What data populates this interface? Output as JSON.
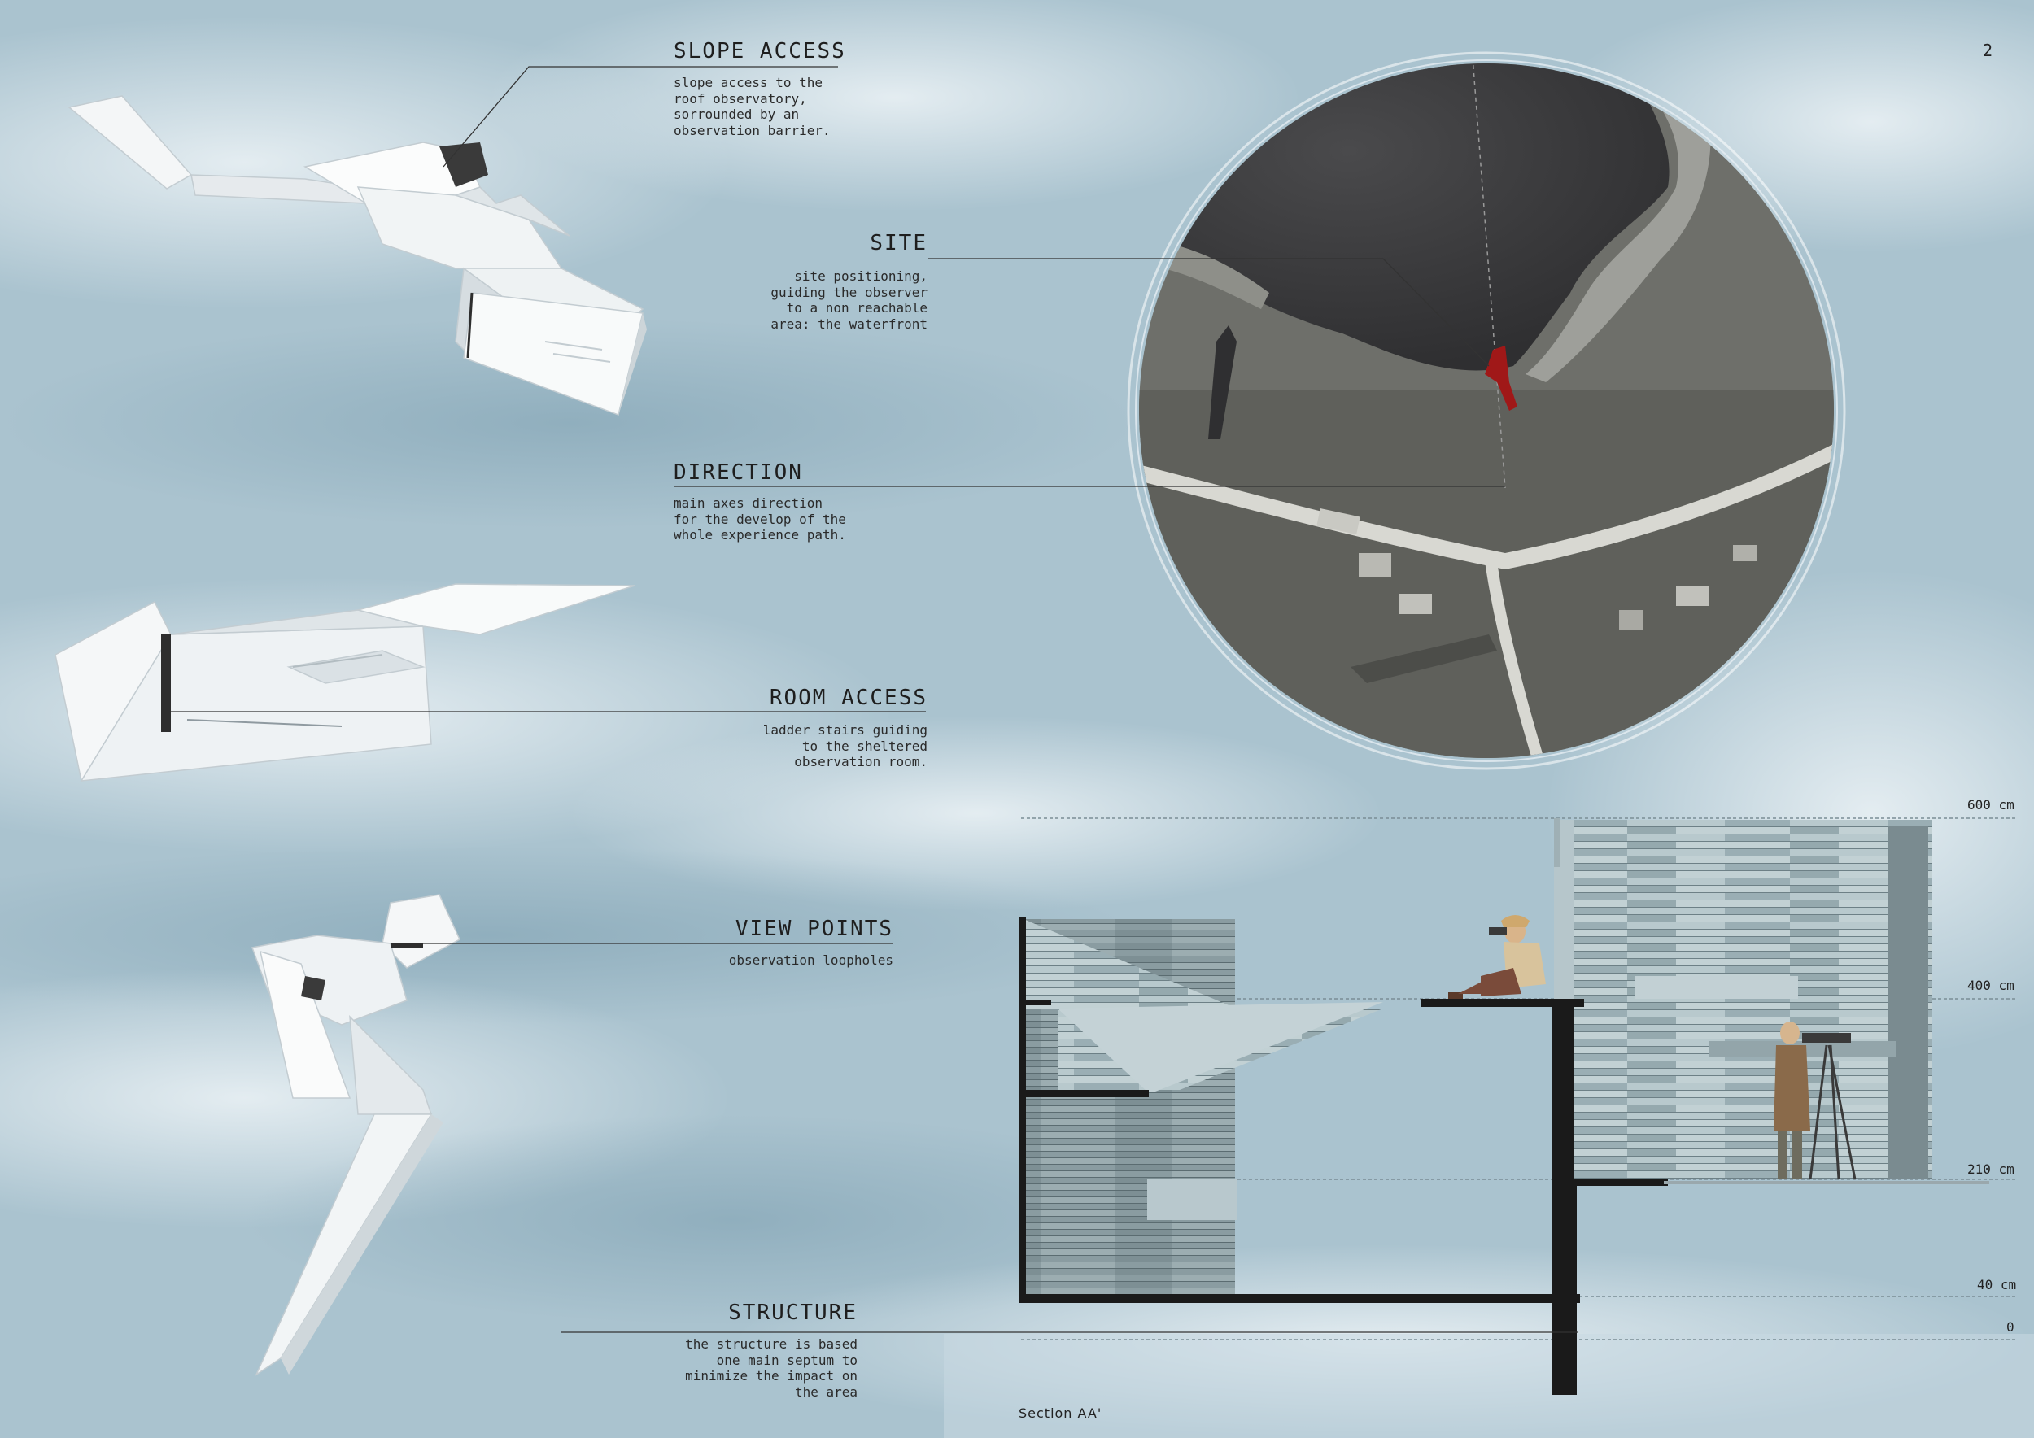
{
  "page_number": "2",
  "annotations": {
    "slope_access": {
      "title": "SLOPE ACCESS",
      "description": "slope access to the\nroof observatory,\nsorrounded by an\nobservation barrier."
    },
    "site": {
      "title": "SITE",
      "description": "site positioning,\nguiding the observer\nto a non reachable\narea: the waterfront"
    },
    "direction": {
      "title": "DIRECTION",
      "description": "main axes direction\nfor the develop of the\nwhole experience path."
    },
    "room_access": {
      "title": "ROOM ACCESS",
      "description": "ladder stairs guiding\nto the sheltered\nobservation room."
    },
    "view_points": {
      "title": "VIEW POINTS",
      "description": "observation loopholes"
    },
    "structure": {
      "title": "STRUCTURE",
      "description": "the structure is based\none main septum to\nminimize the impact on\nthe area"
    }
  },
  "section": {
    "title": "Section AA'",
    "levels": [
      "600 cm",
      "400 cm",
      "210 cm",
      "40 cm",
      "0"
    ]
  },
  "colors": {
    "sky": "#aec6d2",
    "ink": "#1e1e1e",
    "wood": "#9fb2b8",
    "structure": "#1a1a1a",
    "path_marker": "#a01818",
    "water": "#3d3d3f",
    "land": "#6e6f6a"
  }
}
